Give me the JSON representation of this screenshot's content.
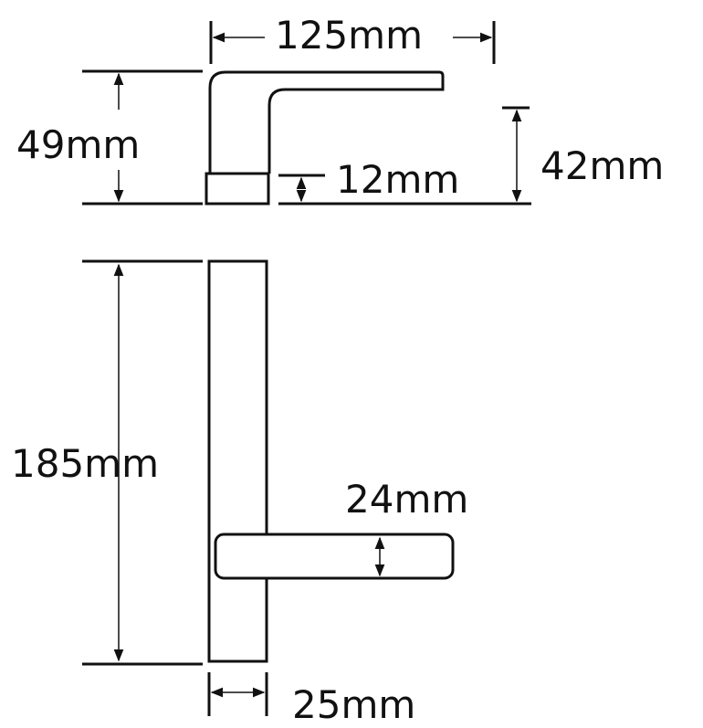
{
  "title": "Door lever handle dimensions",
  "colors": {
    "line": "#111111",
    "background": "#ffffff"
  },
  "dimensions": {
    "lever_length": "125mm",
    "total_height": "49mm",
    "rose_height": "12mm",
    "lever_clearance": "42mm",
    "plate_length": "185mm",
    "lever_width": "24mm",
    "plate_width": "25mm"
  }
}
